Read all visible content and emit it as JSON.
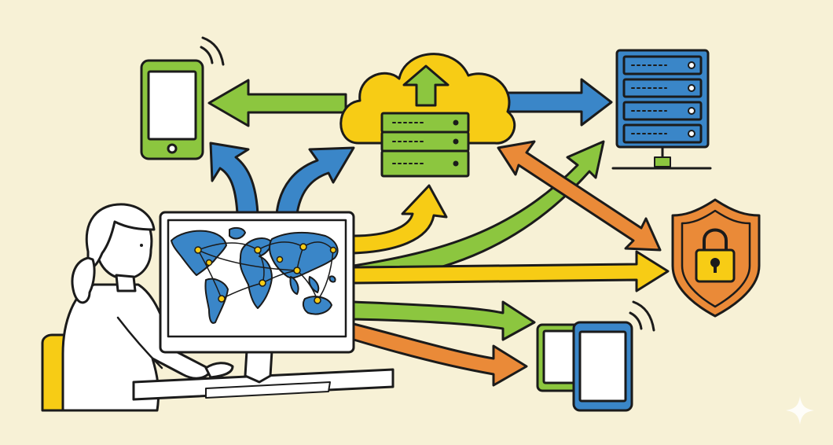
{
  "scene": {
    "background": "#f7f1d6",
    "outline": "#1b1b1b",
    "colors": {
      "blue": "#3a86c8",
      "green": "#8cc63f",
      "yellow": "#f7cc15",
      "orange": "#ea8a38",
      "chair": "#f7cc15",
      "shield": "#ea8a38",
      "screen": "#ffffff",
      "map_land": "#3a86c8",
      "map_node": "#f7cc15"
    },
    "elements": [
      {
        "name": "user-at-desk",
        "icon": "person-icon"
      },
      {
        "name": "desktop-computer",
        "icon": "monitor-icon",
        "content": "world-map"
      },
      {
        "name": "cloud-server",
        "icon": "cloud-icon"
      },
      {
        "name": "smartphone-left",
        "icon": "phone-icon"
      },
      {
        "name": "server-rack",
        "icon": "server-icon"
      },
      {
        "name": "security-shield",
        "icon": "lock-icon"
      },
      {
        "name": "tablet-devices",
        "icon": "tablet-icon"
      }
    ],
    "watermark_icon": "sparkle-icon"
  }
}
